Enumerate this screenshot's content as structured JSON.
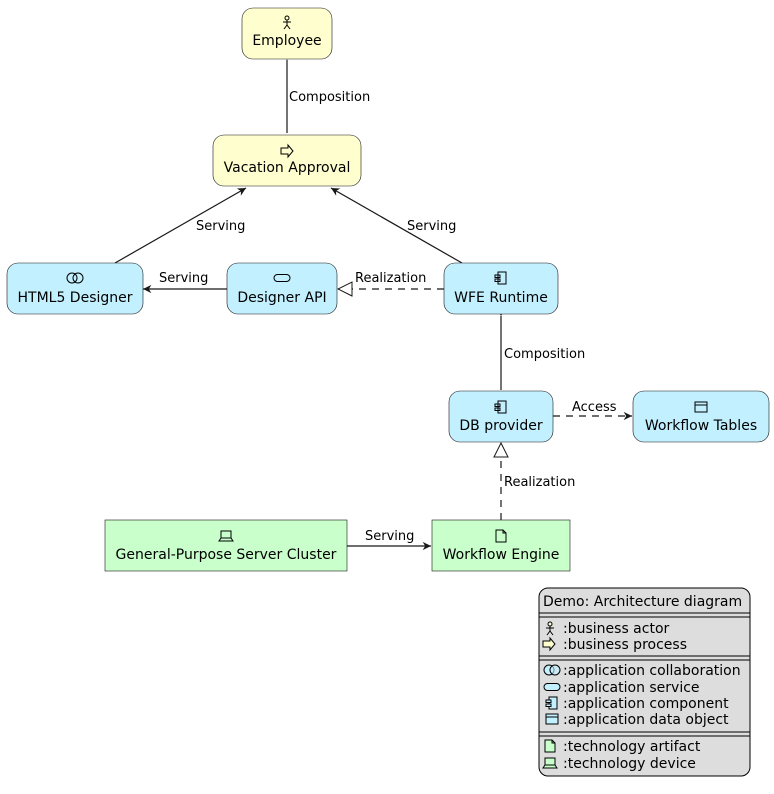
{
  "colors": {
    "business": "#FEFECE",
    "application": "#C2F0FF",
    "technology": "#C9FFCB",
    "legend": "#DDDDDD",
    "line": "#181818"
  },
  "nodes": {
    "employee": {
      "label": "Employee",
      "icon": "business-actor-icon"
    },
    "vacation_approval": {
      "label": "Vacation Approval",
      "icon": "business-process-icon"
    },
    "html5_designer": {
      "label": "HTML5 Designer",
      "icon": "application-collaboration-icon"
    },
    "designer_api": {
      "label": "Designer API",
      "icon": "application-service-icon"
    },
    "wfe_runtime": {
      "label": "WFE Runtime",
      "icon": "application-component-icon"
    },
    "db_provider": {
      "label": "DB provider",
      "icon": "application-component-icon"
    },
    "workflow_tables": {
      "label": "Workflow Tables",
      "icon": "application-data-object-icon"
    },
    "server_cluster": {
      "label": "General-Purpose Server Cluster",
      "icon": "technology-device-icon"
    },
    "workflow_engine": {
      "label": "Workflow Engine",
      "icon": "technology-artifact-icon"
    }
  },
  "edges": {
    "employee_vacation": {
      "label": "Composition"
    },
    "html5_vacation": {
      "label": "Serving"
    },
    "wfe_vacation": {
      "label": "Serving"
    },
    "api_html5": {
      "label": "Serving"
    },
    "wfe_api": {
      "label": "Realization"
    },
    "wfe_db": {
      "label": "Composition"
    },
    "db_tables": {
      "label": "Access"
    },
    "engine_db": {
      "label": "Realization"
    },
    "cluster_engine": {
      "label": "Serving"
    }
  },
  "legend": {
    "title": "Demo: Architecture diagram",
    "business": [
      {
        "icon": "business-actor-icon",
        "label": ":business actor"
      },
      {
        "icon": "business-process-icon",
        "label": ":business process"
      }
    ],
    "application": [
      {
        "icon": "application-collaboration-icon",
        "label": ":application collaboration"
      },
      {
        "icon": "application-service-icon",
        "label": ":application service"
      },
      {
        "icon": "application-component-icon",
        "label": ":application component"
      },
      {
        "icon": "application-data-object-icon",
        "label": ":application data object"
      }
    ],
    "technology": [
      {
        "icon": "technology-artifact-icon",
        "label": ":technology artifact"
      },
      {
        "icon": "technology-device-icon",
        "label": ":technology device"
      }
    ]
  }
}
